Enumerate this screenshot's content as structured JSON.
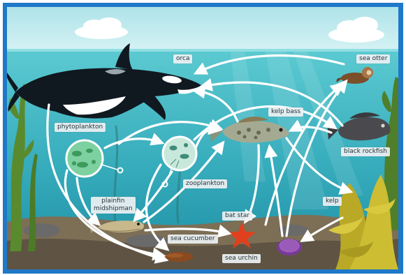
{
  "labels": {
    "orca": "orca",
    "sea_otter": "sea otter",
    "phytoplankton": "phytoplankton",
    "kelp_bass": "kelp bass",
    "black_rockfish": "black rockfish",
    "zooplankton": "zooplankton",
    "plainfin_line1": "plainfin",
    "plainfin_line2": "midshipman",
    "sea_cucumber": "sea cucumber",
    "bat_star": "bat star",
    "kelp": "kelp",
    "sea_urchin": "sea urchin"
  },
  "colors": {
    "frame": "#1f78c8",
    "sky": "#c3ecef",
    "water": "#4fc0c9",
    "water_deep": "#1d96a8",
    "arrow": "#ffffff",
    "sand": "#8a7a5c",
    "kelp": "#c9b52e"
  }
}
